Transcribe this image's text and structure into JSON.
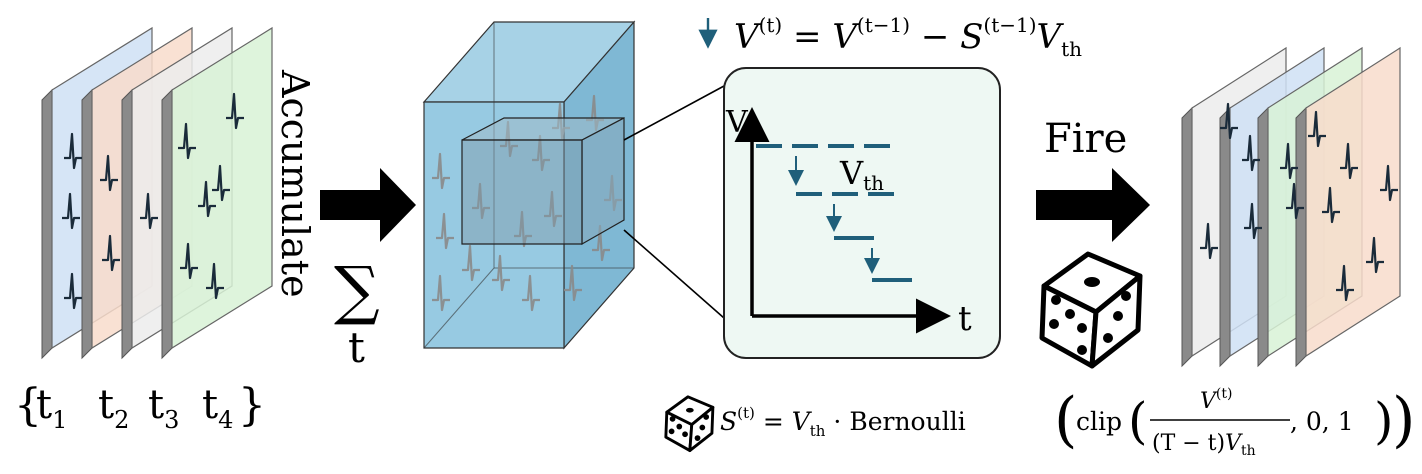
{
  "accumulate_label": "Accumulate",
  "sum_symbol": "∑",
  "sum_subscript": "t",
  "fire_label": "Fire",
  "timesteps": {
    "open_brace": "{",
    "close_brace": "}",
    "items": [
      {
        "base": "t",
        "sub": "1"
      },
      {
        "base": "t",
        "sub": "2"
      },
      {
        "base": "t",
        "sub": "3"
      },
      {
        "base": "t",
        "sub": "4"
      }
    ]
  },
  "plot": {
    "y_label": "V",
    "x_label": "t",
    "threshold_base": "V",
    "threshold_sub": "th"
  },
  "formula_top": {
    "lhs_base": "V",
    "lhs_sup": "(t)",
    "eq": " = ",
    "term1_base": "V",
    "term1_sup": "(t−1)",
    "minus": " − ",
    "term2_base": "S",
    "term2_sup": "(t−1)",
    "term3_base": "V",
    "term3_sub": "th"
  },
  "formula_bottom": {
    "lhs_base": "S",
    "lhs_sup": "(t)",
    "eq": " = ",
    "vth_base": "V",
    "vth_sub": "th",
    "dot": " · ",
    "func": "Bernoulli",
    "clip": "clip",
    "num_base": "V",
    "num_sup": "(t)",
    "den_prefix": "(T − t)",
    "den_base": "V",
    "den_sub": "th",
    "args": ", 0, 1"
  },
  "colors": {
    "frame_blue": "#cfe0f5",
    "frame_orange": "#f8dccb",
    "frame_gray": "#ececec",
    "frame_green": "#d8f2d6",
    "cube_blue": "#8ec5df",
    "panel_bg": "#eef8f3",
    "teal": "#1f5f7a",
    "spike_dark": "#1a2b3a",
    "spike_gray": "#8a8a8a"
  }
}
